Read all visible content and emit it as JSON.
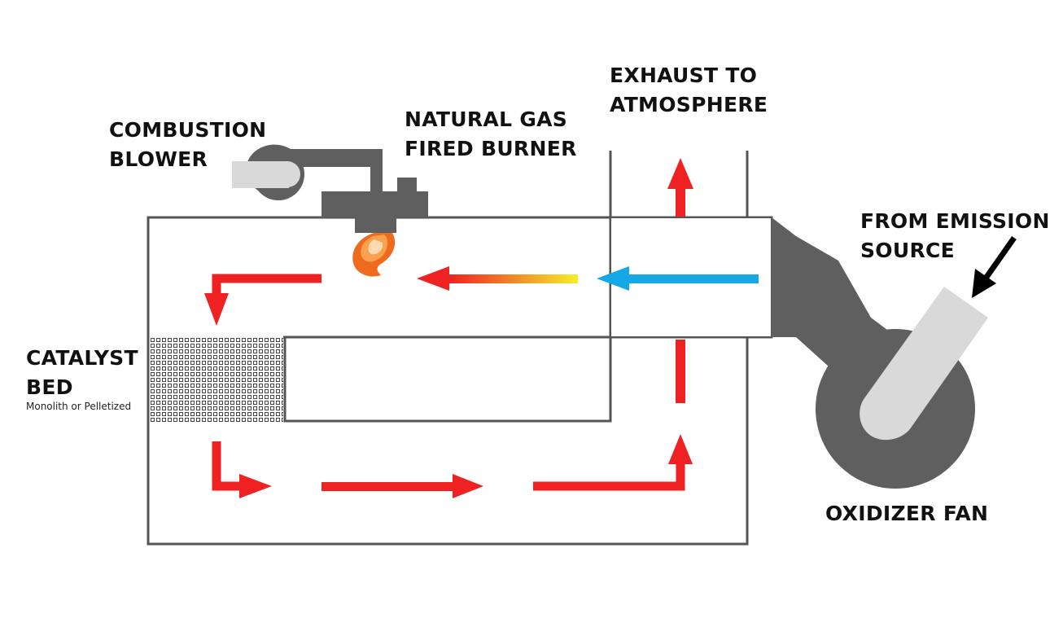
{
  "labels": {
    "combustion_blower": [
      "COMBUSTION",
      "BLOWER"
    ],
    "burner": [
      "NATURAL GAS",
      "FIRED BURNER"
    ],
    "exhaust": [
      "EXHAUST TO",
      "ATMOSPHERE"
    ],
    "emission_source": [
      "FROM EMISSION",
      "SOURCE"
    ],
    "catalyst_bed": [
      "CATALYST",
      "BED"
    ],
    "catalyst_sub": "Monolith or Pelletized",
    "oxidizer_fan": "OXIDIZER FAN"
  },
  "colors": {
    "equipment": "#5f5f5f",
    "duct_light": "#d9d9d9",
    "flow_hot": "#ee2222",
    "flow_cold": "#14a8e6",
    "flow_warm": "#f7ee2a",
    "outline": "#555555"
  }
}
